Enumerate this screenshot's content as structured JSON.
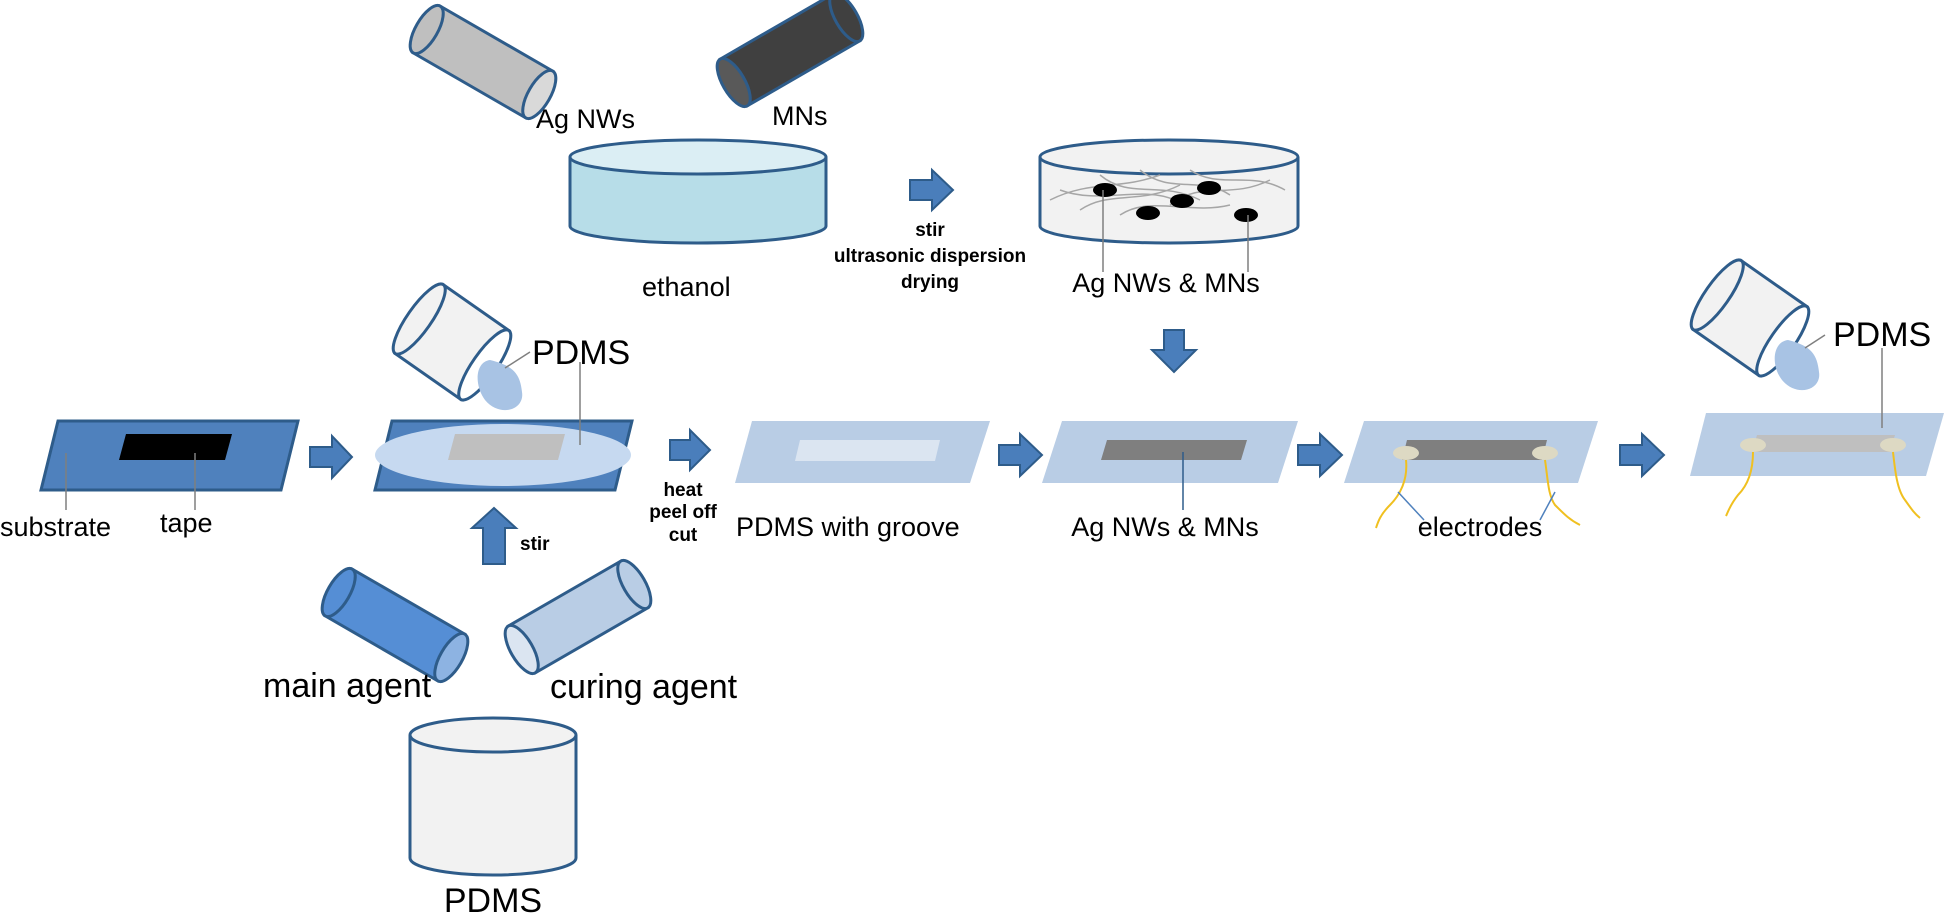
{
  "colors": {
    "dark_blue": "#4f81bd",
    "blue_outline": "#2e5c8a",
    "light_blue": "#b9cde5",
    "pale_blue": "#c6d9f0",
    "ethanol_fill": "#b7dde8",
    "main_agent": "#558ed5",
    "ag_nw_gray": "#bfbfbf",
    "mn_dark": "#404040",
    "tape": "#000000",
    "groove_gray": "#7f7f7f",
    "electrode": "#ddd9c3",
    "wire": "#f0c020",
    "arrow": "#4a7ebb"
  },
  "labels": {
    "ag_nws": "Ag NWs",
    "mns": "MNs",
    "ethanol": "ethanol",
    "step1": "stir",
    "step2": "ultrasonic dispersion",
    "step3": "drying",
    "ag_nws_mns_top": "Ag NWs & MNs",
    "pdms_pour_left": "PDMS",
    "pdms_pour_right": "PDMS",
    "substrate": "substrate",
    "tape": "tape",
    "heat": "heat",
    "peel_off": "peel off",
    "cut": "cut",
    "pdms_with_groove": "PDMS with groove",
    "ag_nws_mns_mid": "Ag NWs & MNs",
    "electrodes": "electrodes",
    "stir_small": "stir",
    "main_agent": "main agent",
    "curing_agent": "curing agent",
    "pdms_bottom": "PDMS"
  }
}
